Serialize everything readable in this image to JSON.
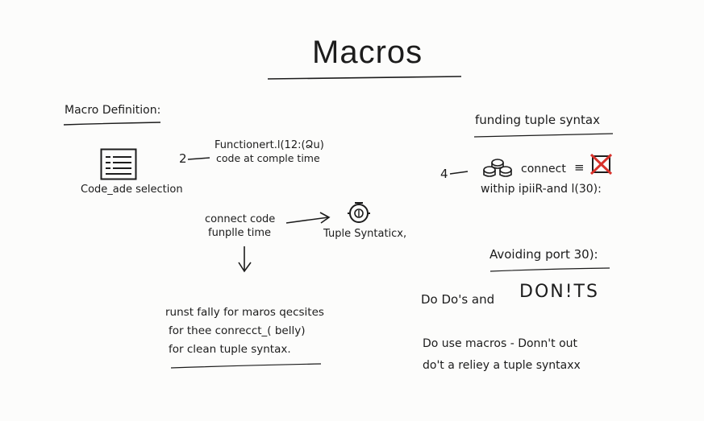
{
  "title": "Macros",
  "macro_definition": {
    "heading": "Macro Definition:",
    "icon": "document-list-icon",
    "caption": "Code_ade selection",
    "step_marker": "2",
    "note_line1": "Functionert.l(12:(Ձu)",
    "note_line2": "code at comple time"
  },
  "center_flow": {
    "text_line1": "connect code",
    "text_line2": "funplle time",
    "icon": "gear-face-icon",
    "target_label": "Tuple Syntaticx,"
  },
  "bottom_left_note": {
    "line1": "runst fally for maros qecsites",
    "line2": "for thee conrecct_( belly)",
    "line3": "for clean tuple syntax."
  },
  "funding": {
    "heading": "funding tuple syntax",
    "step_marker": "4",
    "icon": "coins-stack-icon",
    "connect_label": "connect",
    "equiv_symbol": "≡",
    "cross_icon": "red-cross-box-icon",
    "subline": "withip ipiiR-and l(30):"
  },
  "avoiding": {
    "heading": "Avoiding port 30):",
    "dos_label": "Do Do's and",
    "donts_label": "DON!TS",
    "line1": "Do use macros - Donn't out",
    "line2": "do't a reliey a tuple syntaxx"
  },
  "colors": {
    "ink": "#1c1c1c",
    "accent_red": "#d8322b",
    "paper": "#fcfcfb"
  }
}
